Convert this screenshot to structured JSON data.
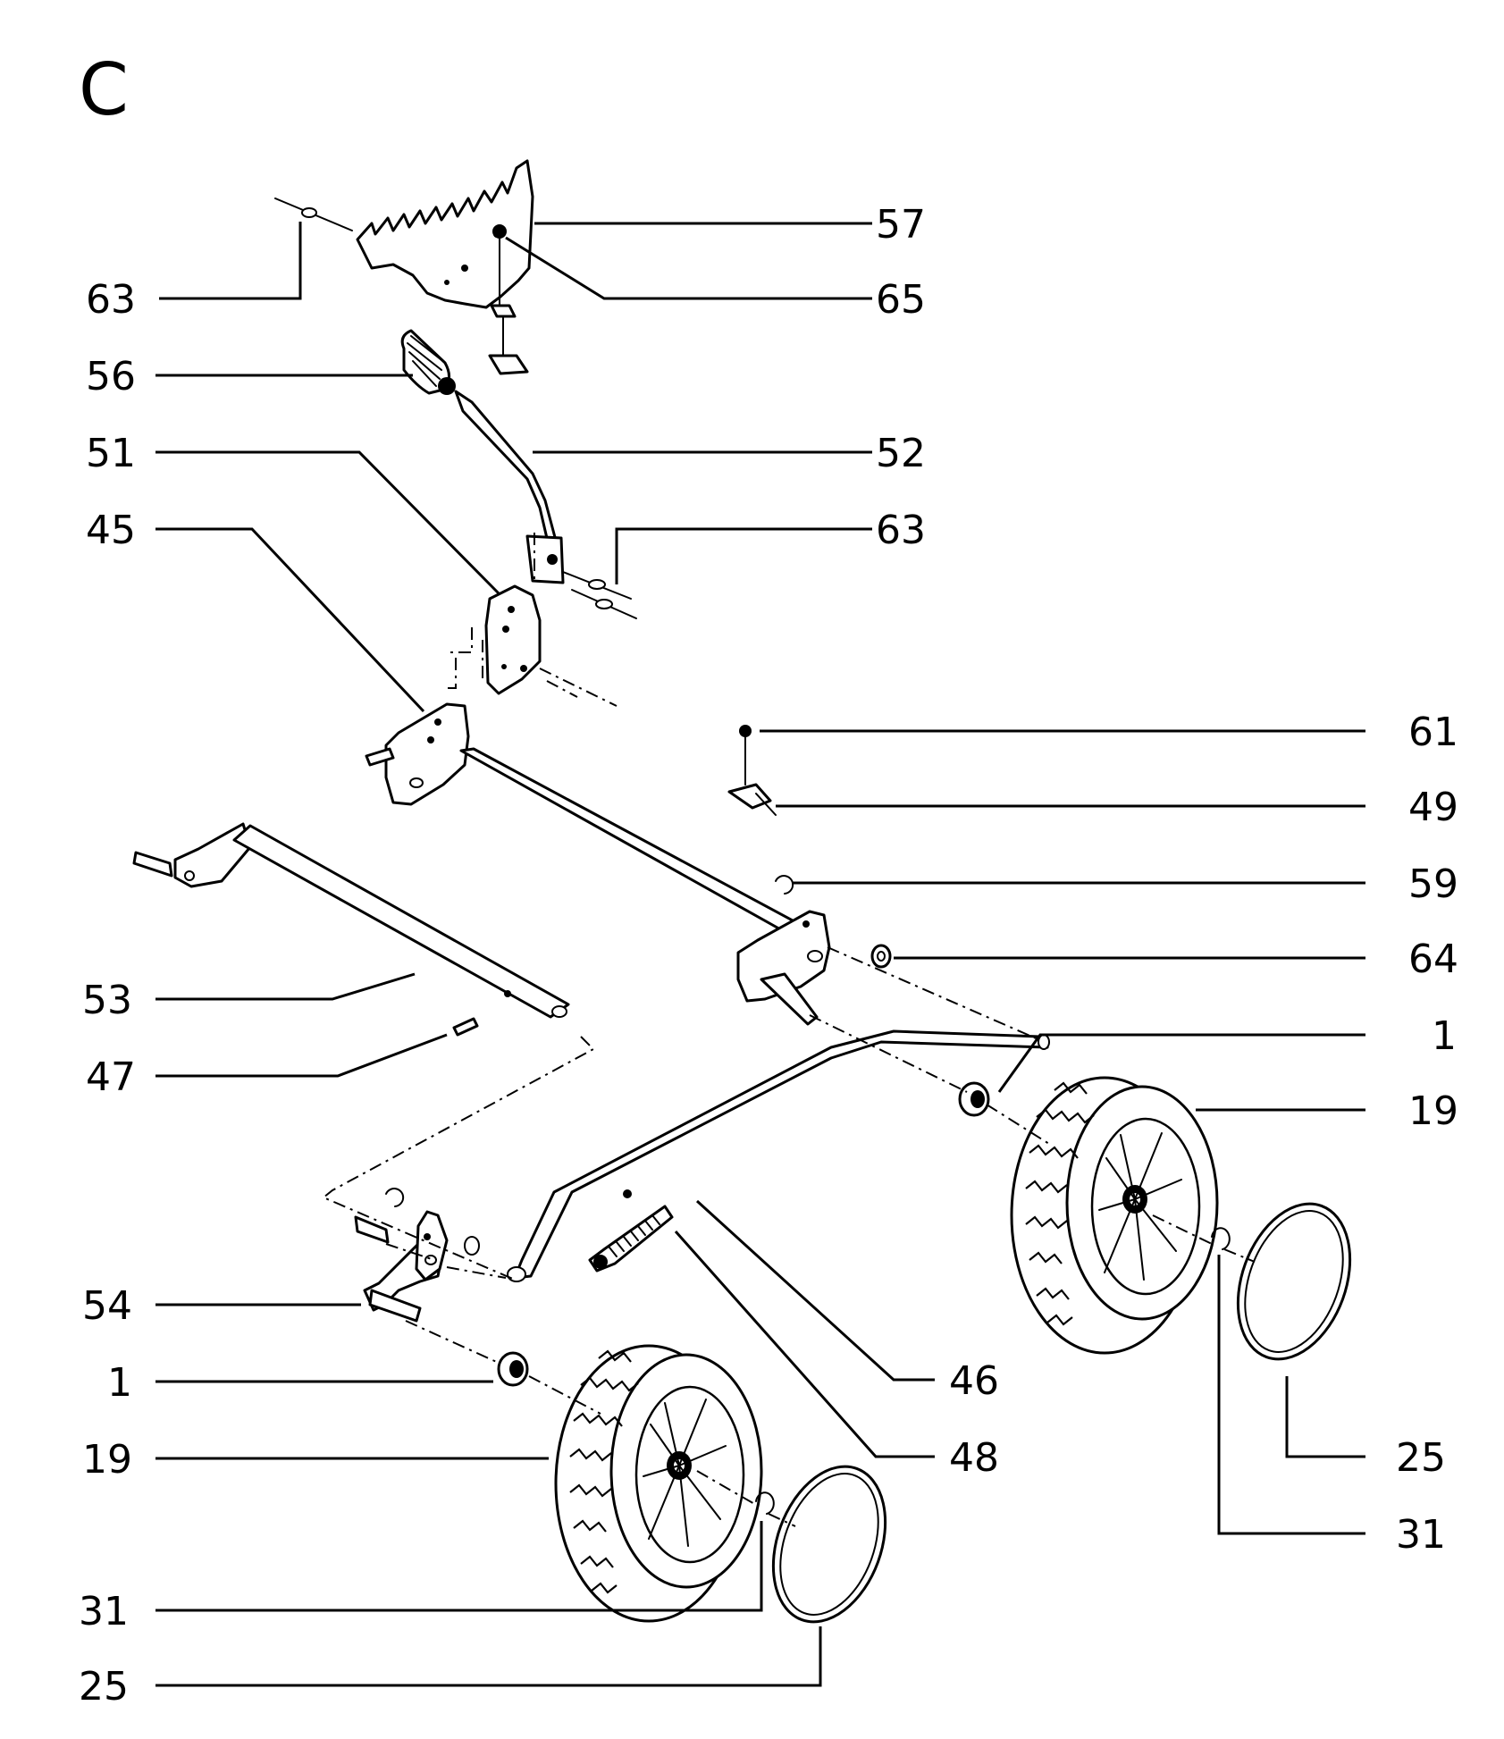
{
  "section_letter": "C",
  "callouts": {
    "c57": "57",
    "c65": "65",
    "c63_top": "63",
    "c56": "56",
    "c52": "52",
    "c51": "51",
    "c63_mid": "63",
    "c45": "45",
    "c61": "61",
    "c49": "49",
    "c59": "59",
    "c64": "64",
    "c53": "53",
    "c1_right": "1",
    "c47": "47",
    "c19_right": "19",
    "c54": "54",
    "c46": "46",
    "c1_left": "1",
    "c48": "48",
    "c19_left": "19",
    "c25_right": "25",
    "c31_right": "31",
    "c31_left": "31",
    "c25_left": "25"
  },
  "colors": {
    "ink": "#000000",
    "paper": "#ffffff"
  }
}
